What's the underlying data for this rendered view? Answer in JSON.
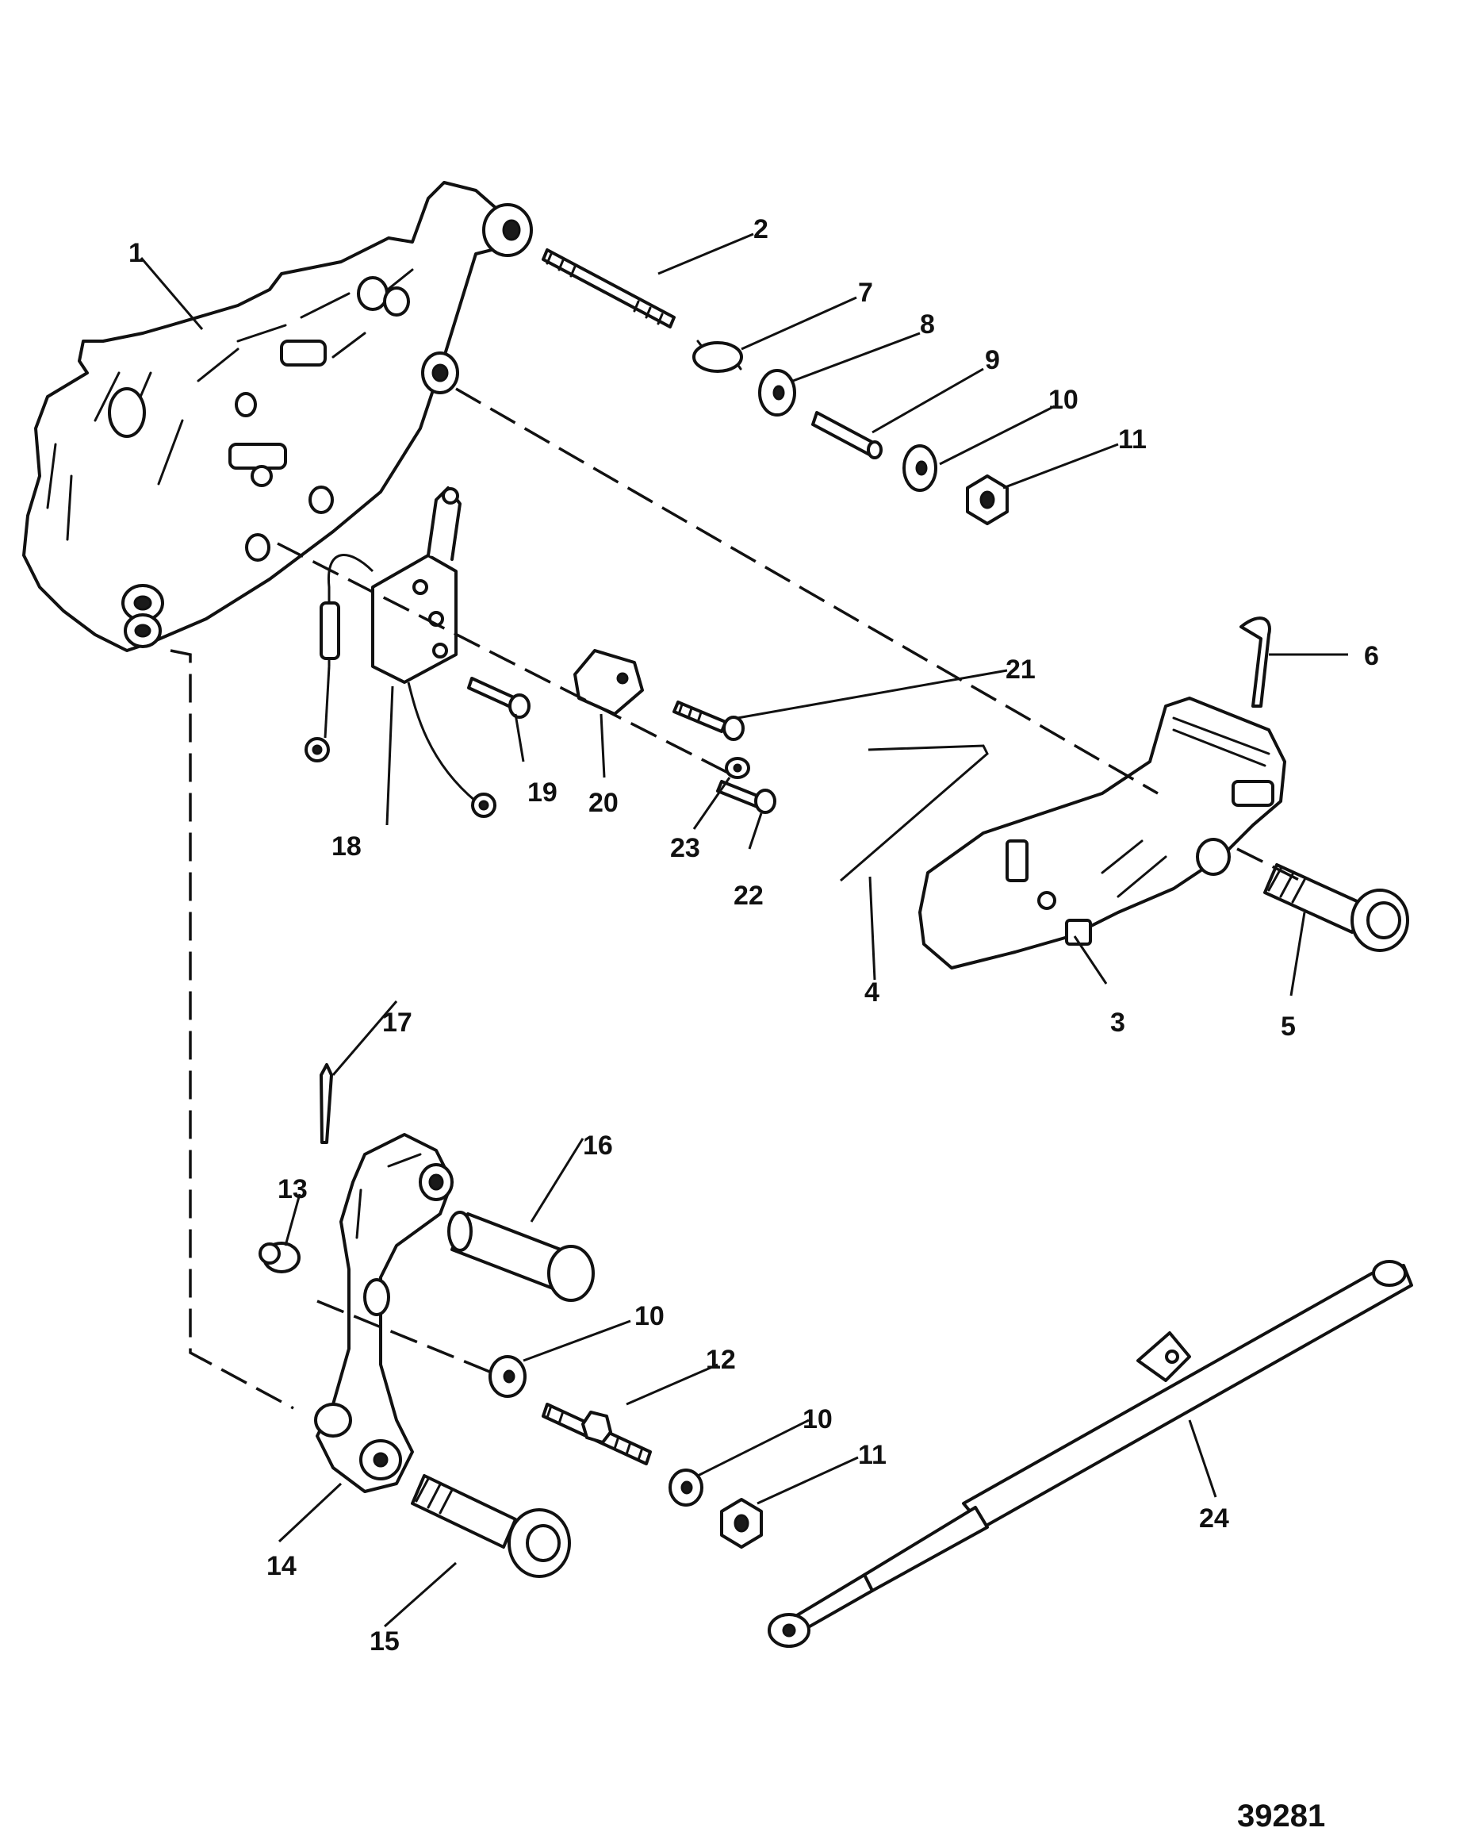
{
  "diagram": {
    "catalog_number": "39281",
    "callouts": {
      "c1": "1",
      "c2": "2",
      "c3": "3",
      "c4": "4",
      "c5": "5",
      "c6": "6",
      "c7": "7",
      "c8": "8",
      "c9": "9",
      "c10a": "10",
      "c10b": "10",
      "c10c": "10",
      "c11a": "11",
      "c11b": "11",
      "c12": "12",
      "c13": "13",
      "c14": "14",
      "c15": "15",
      "c16": "16",
      "c17": "17",
      "c18": "18",
      "c19": "19",
      "c20": "20",
      "c21": "21",
      "c22": "22",
      "c23": "23",
      "c24": "24"
    }
  }
}
